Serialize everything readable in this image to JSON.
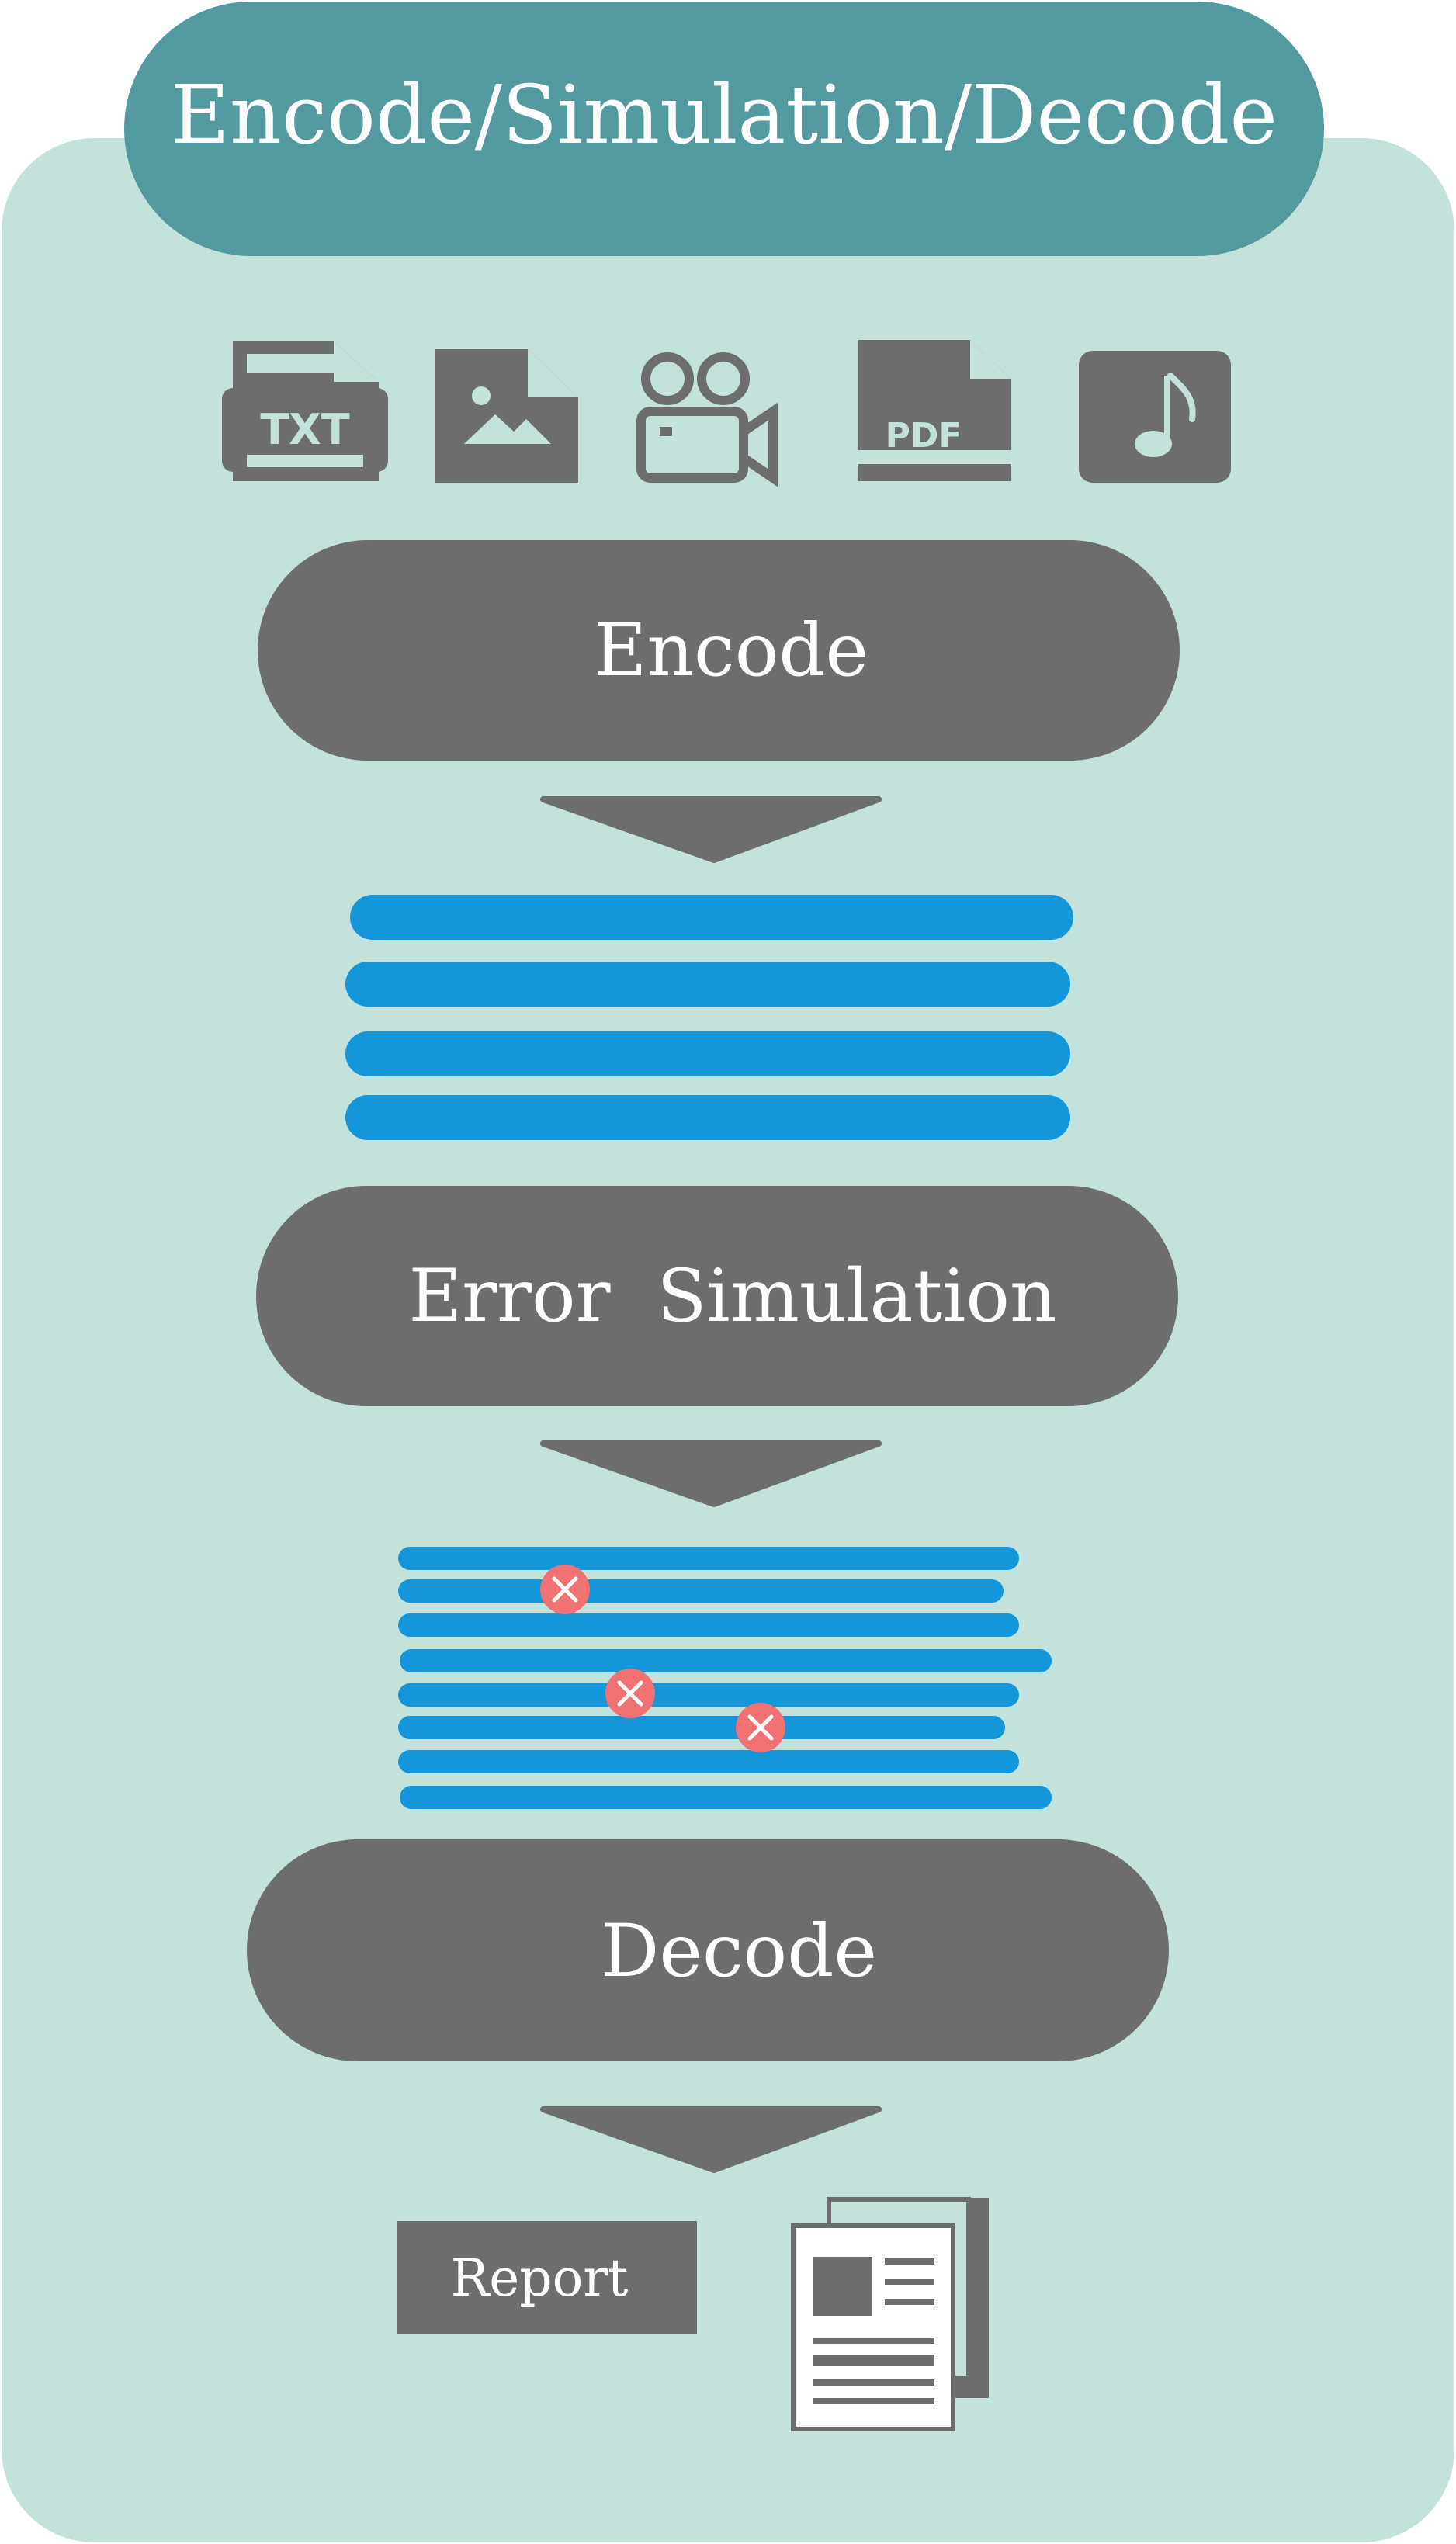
{
  "diagram": {
    "title": "Encode/Simulation/Decode",
    "file_types": [
      {
        "icon": "txt-file-icon",
        "label": "TXT"
      },
      {
        "icon": "image-file-icon",
        "label": ""
      },
      {
        "icon": "video-camera-icon",
        "label": ""
      },
      {
        "icon": "pdf-file-icon",
        "label": "PDF"
      },
      {
        "icon": "music-note-icon",
        "label": ""
      }
    ],
    "steps": {
      "encode": "Encode",
      "error_simulation": "Error  Simulation",
      "decode": "Decode"
    },
    "sequence_groups": {
      "encoded_strand_count": 4,
      "simulated_strand_count": 8,
      "error_count": 3
    },
    "report_label": "Report"
  },
  "colors": {
    "panel_bg": "#c2e2db",
    "title_bg": "#529aa0",
    "step_bg": "#6d6d6d",
    "icon": "#6d6d6d",
    "strand": "#1496db",
    "error_mark": "#f27173",
    "text_light": "#ffffff"
  }
}
